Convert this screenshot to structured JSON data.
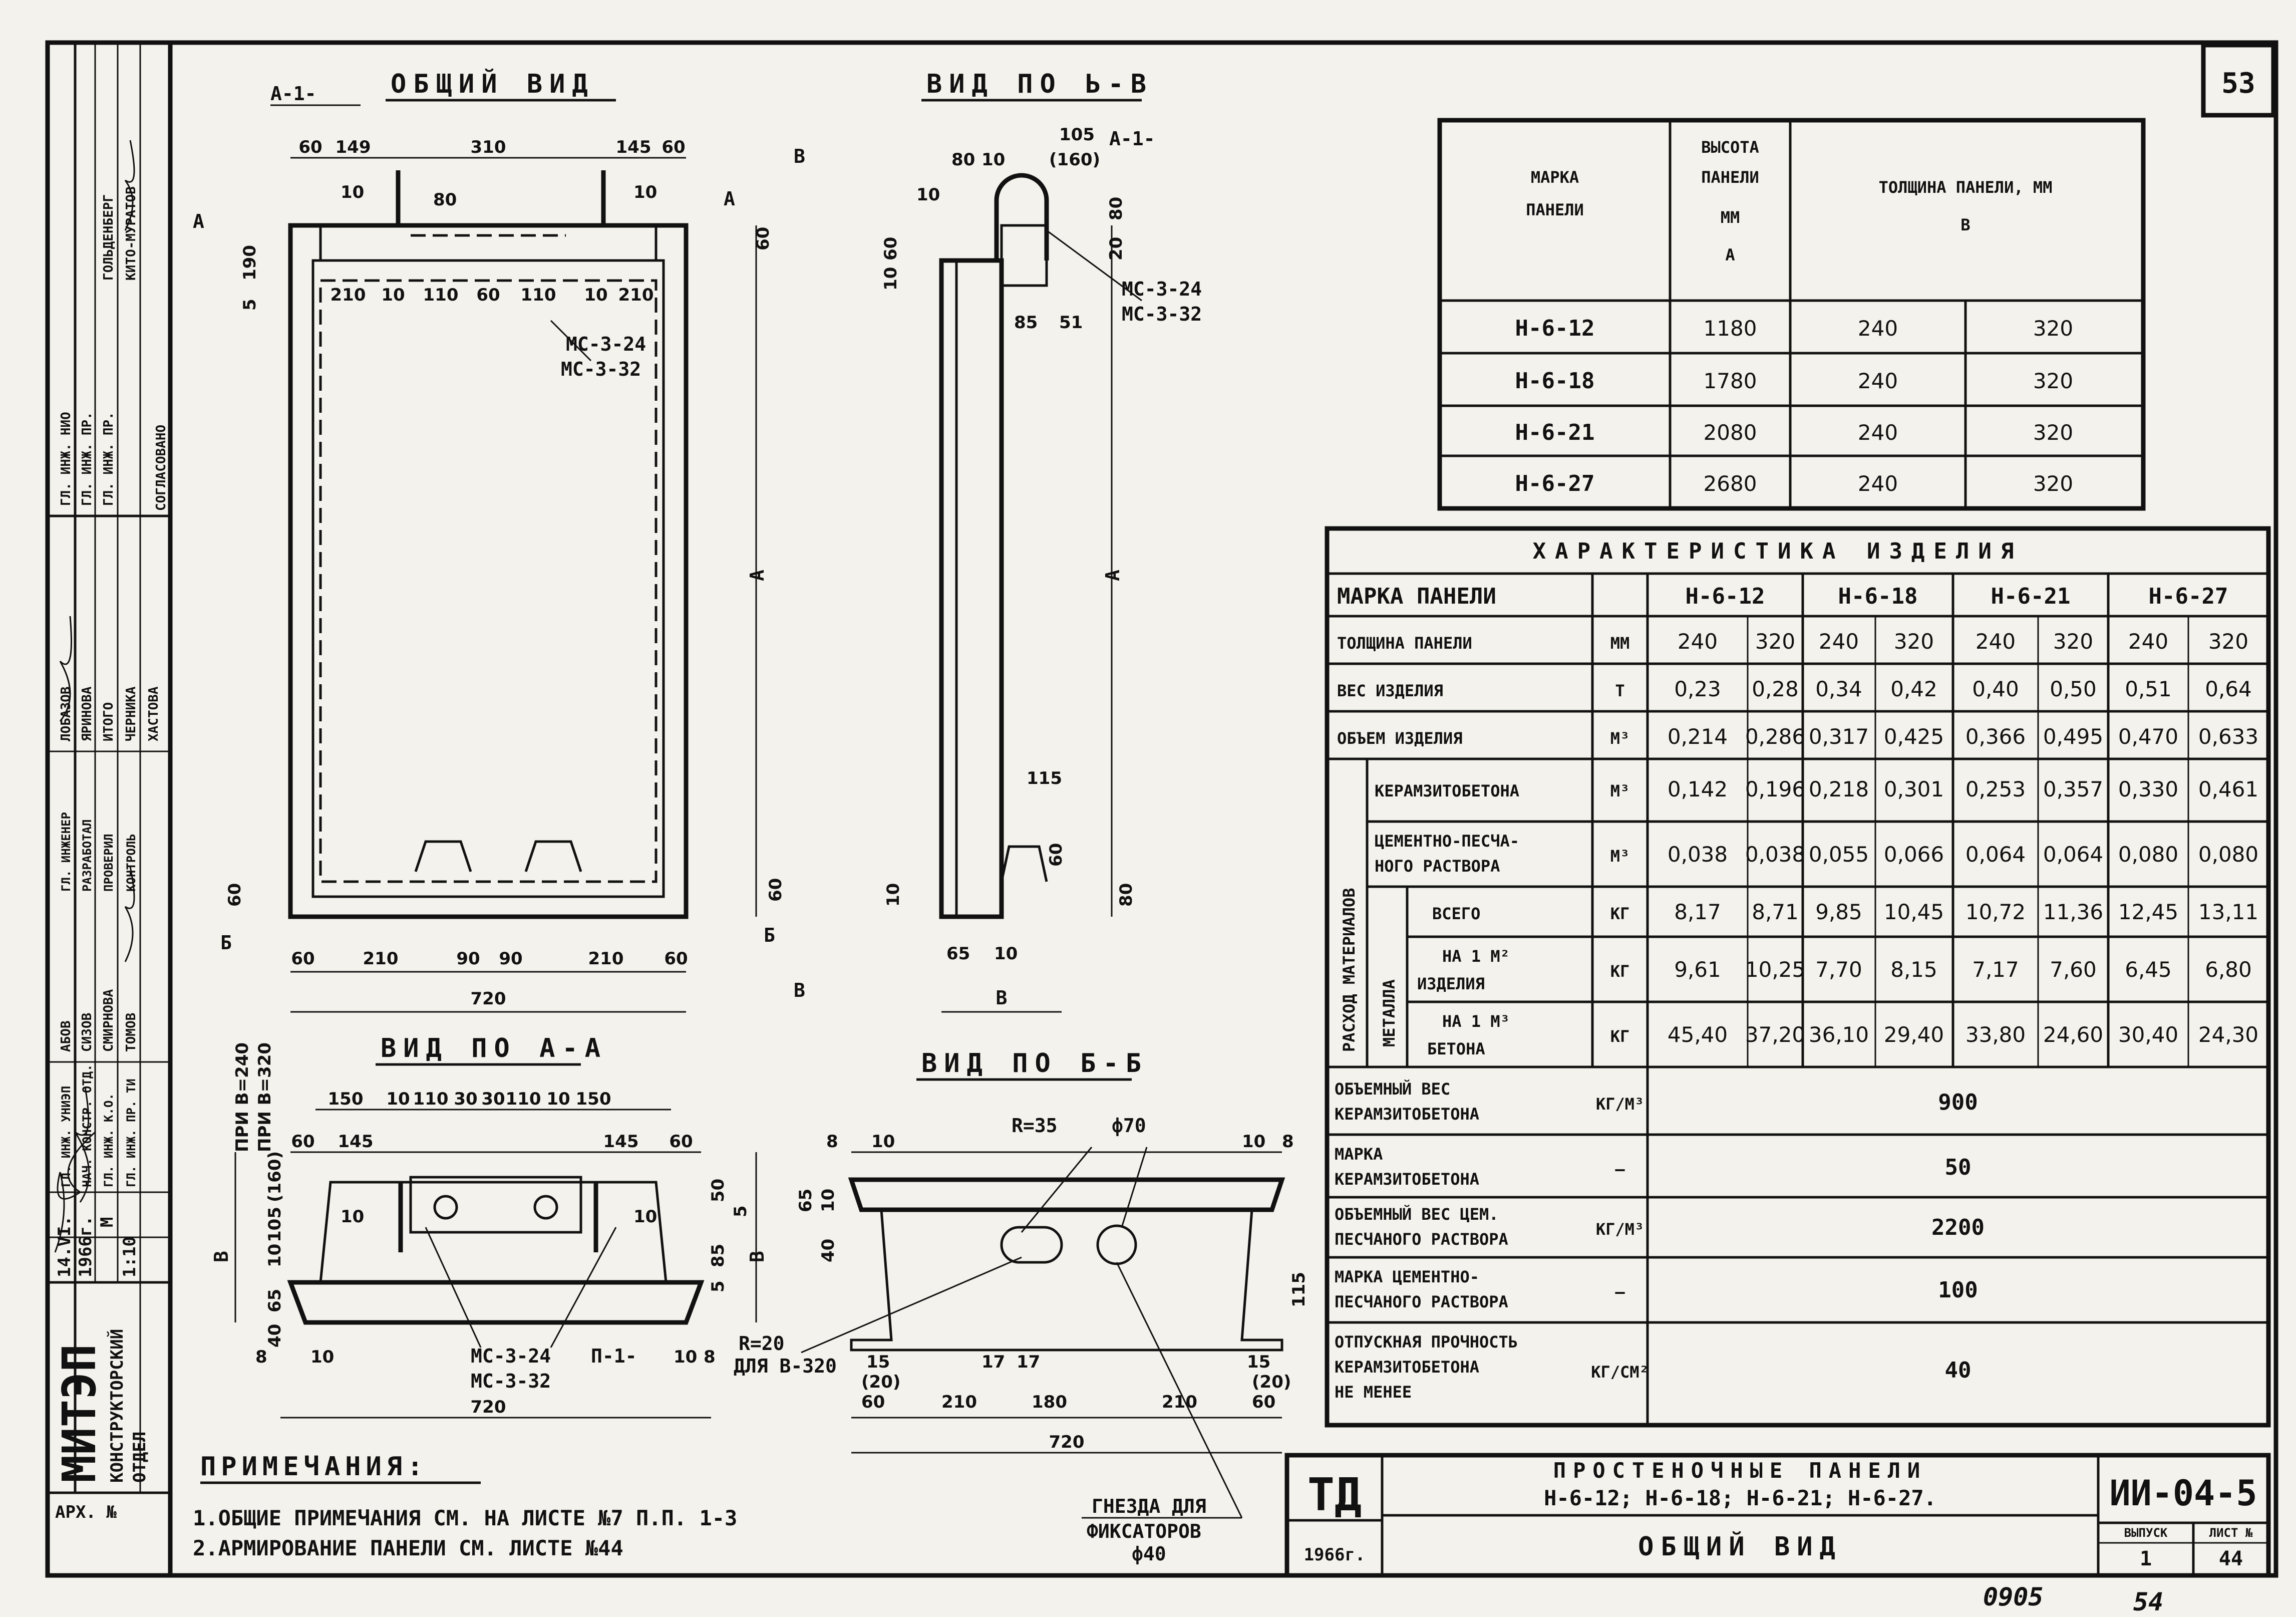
{
  "sheet": {
    "page_number": "53",
    "stamp_bottom": "0905",
    "stamp_page": "54"
  },
  "views": {
    "general": "ОБЩИЙ ВИД",
    "view_vv": "ВИД ПО Ь-В",
    "view_aa": "ВИД ПО А-А",
    "view_bb": "ВИД ПО Б-Б"
  },
  "section_marks": {
    "a": "А",
    "b": "Б",
    "v": "В",
    "a1": "А-1-",
    "n1": "П-1-"
  },
  "labels": {
    "mc324": "МС-3-24",
    "mc332": "МС-3-32",
    "r35": "R=35",
    "phi70": "ф70",
    "r20": "R=20",
    "r20b": "ДЛЯ В-320",
    "nest_1": "ГНЕЗДА ДЛЯ",
    "nest_2": "ФИКСАТОРОВ",
    "nest_3": "ф40",
    "at240": "ПРИ В=240",
    "at320": "ПРИ В=320",
    "dim_A": "А",
    "dim_B": "В"
  },
  "dims_general_top": [
    "60",
    "149",
    "310",
    "145",
    "60"
  ],
  "dims_general_inner": [
    "210",
    "10",
    "110",
    "60",
    "110",
    "10",
    "210"
  ],
  "dims_general_bottom": [
    "60",
    "210",
    "90",
    "90",
    "210",
    "60"
  ],
  "dims_general_total": "720",
  "dims_general_misc": [
    "10",
    "80",
    "10",
    "60",
    "5",
    "190",
    "60",
    "60"
  ],
  "dims_side": [
    "105",
    "(160)",
    "80",
    "10",
    "10",
    "60",
    "10",
    "20",
    "80",
    "85",
    "51",
    "115",
    "60",
    "10",
    "80",
    "65",
    "10"
  ],
  "dims_aa_top": [
    "150",
    "10",
    "110",
    "30",
    "30",
    "110",
    "10",
    "150"
  ],
  "dims_aa_second": [
    "60",
    "145",
    "145",
    "60"
  ],
  "dims_aa_left": [
    "10",
    "105",
    "(160)",
    "65",
    "10",
    "40",
    "10"
  ],
  "dims_aa_right": [
    "50",
    "5",
    "85",
    "5"
  ],
  "dims_aa_bottom": [
    "8",
    "10",
    "10",
    "8"
  ],
  "dims_aa_total": "720",
  "dims_bb_top": [
    "8",
    "10",
    "10",
    "8"
  ],
  "dims_bb_left": [
    "65",
    "10",
    "40"
  ],
  "dims_bb_bottom": [
    "15",
    "(20)",
    "60",
    "210",
    "17",
    "17",
    "180",
    "210",
    "15",
    "(20)",
    "60"
  ],
  "dims_bb_right": "115",
  "dims_bb_total": "720",
  "notes": {
    "header": "ПРИМЕЧАНИЯ:",
    "lines": [
      "1.ОБЩИЕ ПРИМЕЧАНИЯ СМ. НА ЛИСТЕ №7 П.П. 1-3",
      "2.АРМИРОВАНИЕ ПАНЕЛИ СМ. ЛИСТЕ №44"
    ]
  },
  "marks_table": {
    "h1": "МАРКА",
    "h1b": "ПАНЕЛИ",
    "h2a": "ВЫСОТА",
    "h2b": "ПАНЕЛИ",
    "h2c": "ММ",
    "h2d": "А",
    "h3": "ТОЛЩИНА ПАНЕЛИ, ММ",
    "h3b": "В",
    "rows": [
      [
        "Н-6-12",
        "1180",
        "240",
        "320"
      ],
      [
        "Н-6-18",
        "1780",
        "240",
        "320"
      ],
      [
        "Н-6-21",
        "2080",
        "240",
        "320"
      ],
      [
        "Н-6-27",
        "2680",
        "240",
        "320"
      ]
    ]
  },
  "char_table": {
    "title": "ХАРАКТЕРИСТИКА ИЗДЕЛИЯ",
    "mark_label": "МАРКА ПАНЕЛИ",
    "marks": [
      "Н-6-12",
      "Н-6-18",
      "Н-6-21",
      "Н-6-27"
    ],
    "rows": [
      {
        "label": "ТОЛЩИНА ПАНЕЛИ",
        "unit": "ММ",
        "values": [
          "240",
          "320",
          "240",
          "320",
          "240",
          "320",
          "240",
          "320"
        ]
      },
      {
        "label": "ВЕС ИЗДЕЛИЯ",
        "unit": "Т",
        "values": [
          "0,23",
          "0,28",
          "0,34",
          "0,42",
          "0,40",
          "0,50",
          "0,51",
          "0,64"
        ]
      },
      {
        "label": "ОБЪЕМ ИЗДЕЛИЯ",
        "unit": "М³",
        "values": [
          "0,214",
          "0,286",
          "0,317",
          "0,425",
          "0,366",
          "0,495",
          "0,470",
          "0,633"
        ]
      }
    ],
    "consumption_label": "РАСХОД МАТЕРИАЛОВ",
    "metal_label": "МЕТАЛЛА",
    "mat_rows": [
      {
        "label": "КЕРАМЗИТОБЕТОНА",
        "unit": "М³",
        "values": [
          "0,142",
          "0,196",
          "0,218",
          "0,301",
          "0,253",
          "0,357",
          "0,330",
          "0,461"
        ]
      },
      {
        "label": "ЦЕМЕНТНО-ПЕСЧА-НОГО РАСТВОРА",
        "label1": "ЦЕМЕНТНО-ПЕСЧА-",
        "label2": "НОГО РАСТВОРА",
        "unit": "М³",
        "values": [
          "0,038",
          "0,038",
          "0,055",
          "0,066",
          "0,064",
          "0,064",
          "0,080",
          "0,080"
        ]
      }
    ],
    "metal_rows": [
      {
        "label": "ВСЕГО",
        "unit": "КГ",
        "values": [
          "8,17",
          "8,71",
          "9,85",
          "10,45",
          "10,72",
          "11,36",
          "12,45",
          "13,11"
        ]
      },
      {
        "label1": "НА 1 М²",
        "label2": "ИЗДЕЛИЯ",
        "unit": "КГ",
        "values": [
          "9,61",
          "10,25",
          "7,70",
          "8,15",
          "7,17",
          "7,60",
          "6,45",
          "6,80"
        ]
      },
      {
        "label1": "НА 1 М³",
        "label2": "БЕТОНА",
        "unit": "КГ",
        "values": [
          "45,40",
          "37,20",
          "36,10",
          "29,40",
          "33,80",
          "24,60",
          "30,40",
          "24,30"
        ]
      }
    ],
    "bottom_rows": [
      {
        "label1": "ОБЪЕМНЫЙ ВЕС",
        "label2": "КЕРАМЗИТОБЕТОНА",
        "unit": "КГ/М³",
        "value": "900"
      },
      {
        "label1": "МАРКА",
        "label2": "КЕРАМЗИТОБЕТОНА",
        "unit": "—",
        "value": "50"
      },
      {
        "label1": "ОБЪЕМНЫЙ ВЕС ЦЕМ.",
        "label2": "ПЕСЧАНОГО РАСТВОРА",
        "unit": "КГ/М³",
        "value": "2200"
      },
      {
        "label1": "МАРКА ЦЕМЕНТНО-",
        "label2": "ПЕСЧАНОГО РАСТВОРА",
        "unit": "—",
        "value": "100"
      },
      {
        "label1": "ОТПУСКНАЯ ПРОЧНОСТЬ",
        "label2": "КЕРАМЗИТОБЕТОНА",
        "label3": "НЕ МЕНЕЕ",
        "unit": "КГ/СМ²",
        "value": "40"
      }
    ]
  },
  "title_block": {
    "logo": "ТД",
    "year": "1966г.",
    "title1": "ПРОСТЕНОЧНЫЕ ПАНЕЛИ",
    "title2": "Н-6-12; Н-6-18; Н-6-21; Н-6-27.",
    "subtitle": "ОБЩИЙ ВИД",
    "code": "ИИ-04-5",
    "issue_label": "ВЫПУСК",
    "issue": "1",
    "sheet_label": "ЛИСТ №",
    "sheet_no": "44"
  },
  "side_stamp": {
    "org": "МИТЭП",
    "dept1": "КОНСТРУКТОРСКИЙ",
    "dept2": "ОТДЕЛ",
    "arch": "АРХ. №",
    "date": "14.VI.",
    "year": "1966г.",
    "scale_label": "М",
    "scale": "1:10",
    "roles": [
      "ГЛ. ИНЖ. УНИЭП",
      "НАЧ. КОНСТР. ОТД.",
      "ГЛ. ИНЖ. К.О.",
      "ГЛ. ИНЖ. ПР. ТИ",
      "ГЛ. ИНЖЕНЕР",
      "РАЗРАБОТАЛ",
      "ПРОВЕРИЛ",
      "КОНТРОЛЬ"
    ],
    "names": [
      "АБОВ",
      "СИЗОВ",
      "СМИРНОВА",
      "ТОМОВ",
      "ЛОБАЗОВ",
      "ЯРИНОВА",
      "ИТОГО",
      "ЧЕРНИКА",
      "ХАСТОВА"
    ],
    "agreed": "СОГЛАСОВАНО",
    "top_names": [
      "ГЛ. ИНЖ. НИО",
      "ГЛ. ИНЖ. ПР.",
      "ГЛ. ИНЖ. ПР."
    ],
    "top_right": [
      "ГОЛЬДЕНБЕРГ",
      "КИТО-МУРАТОВ"
    ]
  }
}
